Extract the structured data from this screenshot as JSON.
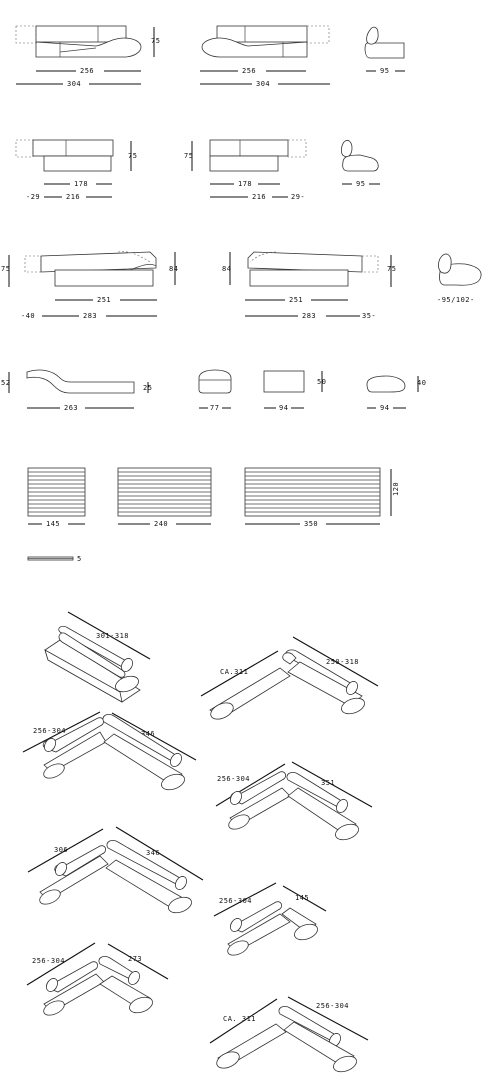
{
  "row1": {
    "height": "75",
    "sofa_a": "256",
    "sofa_a_total": "304",
    "sofa_b": "256",
    "sofa_b_total": "304",
    "side_depth": "95"
  },
  "row2": {
    "height_right": "75",
    "height_left": "75",
    "chaise_a": "178",
    "chaise_a_total": "216",
    "chaise_a_extra": "-29",
    "chaise_b": "178",
    "chaise_b_total": "216",
    "chaise_b_extra": "29-",
    "side_depth": "95"
  },
  "row3": {
    "height_left": "75",
    "height_a": "84",
    "height_b": "84",
    "height_right": "75",
    "sofa_a": "251",
    "sofa_a_total": "283",
    "sofa_a_extra": "-40",
    "sofa_b": "251",
    "sofa_b_total": "283",
    "sofa_b_extra": "35-",
    "side_depth": "-95/102-"
  },
  "row4": {
    "chaise_height": "52",
    "chaise_low": "25",
    "chaise_length": "263",
    "pouf_round": "77",
    "pouf_square_height": "50",
    "pouf_square": "94",
    "pouf_oval_height": "40",
    "pouf_oval": "94"
  },
  "row5": {
    "rug_depth": "120",
    "rug_a": "145",
    "rug_b": "240",
    "rug_c": "350"
  },
  "row6": {
    "rug_thickness": "5"
  },
  "compositions": [
    {
      "a": "301-318"
    },
    {
      "a": "CA.311",
      "b": "250-318"
    },
    {
      "a": "256-304",
      "b": "346"
    },
    {
      "a": "256-304",
      "b": "351"
    },
    {
      "a": "306",
      "b": "346"
    },
    {
      "a": "256-304",
      "b": "145"
    },
    {
      "a": "256-304",
      "b": "273"
    },
    {
      "a": "CA. 311",
      "b": "256-304"
    }
  ]
}
